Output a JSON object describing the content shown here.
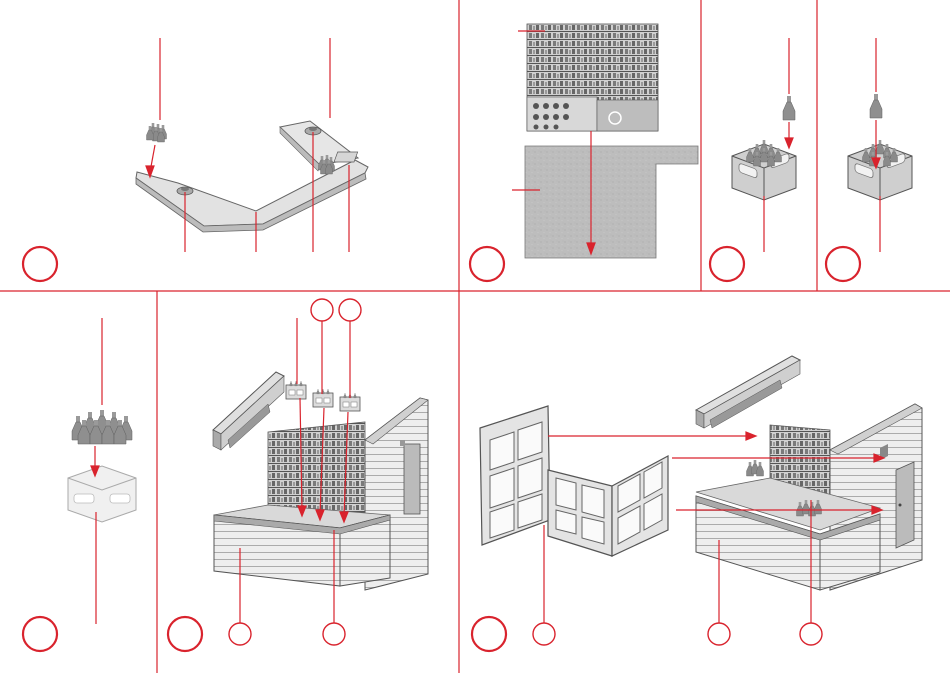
{
  "colors": {
    "accent": "#d9232d",
    "part_light": "#e6e6e6",
    "part_mid": "#bdbdbd",
    "part_dark": "#8a8a8a",
    "background": "#ffffff"
  },
  "panels": [
    {
      "id": "step-1",
      "content": "base-plate-assembly"
    },
    {
      "id": "step-2",
      "content": "shelf-wall-assembly"
    },
    {
      "id": "step-3",
      "content": "bottles-into-crate"
    },
    {
      "id": "step-4",
      "content": "bottles-into-crate-inserted"
    },
    {
      "id": "step-5",
      "content": "bottles-onto-crate"
    },
    {
      "id": "step-6",
      "content": "crates-onto-counter"
    },
    {
      "id": "step-7",
      "content": "window-frame-onto-kiosk"
    }
  ]
}
